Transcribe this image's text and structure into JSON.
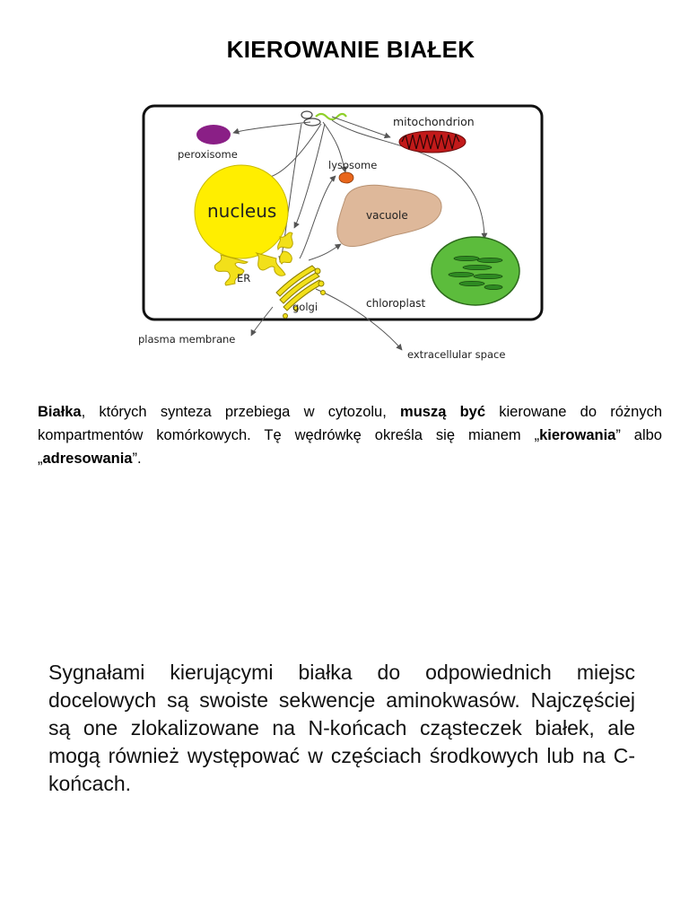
{
  "page": {
    "title": "KIEROWANIE BIAŁEK"
  },
  "diagram": {
    "labels": {
      "mitochondrion": "mitochondrion",
      "peroxisome": "peroxisome",
      "lysosome": "lysosome",
      "nucleus": "nucleus",
      "vacuole": "vacuole",
      "er": "ER",
      "golgi": "golgi",
      "chloroplast": "chloroplast",
      "plasma_membrane": "plasma membrane",
      "extracellular_space": "extracellular space"
    },
    "colors": {
      "nucleus": "#ffee00",
      "peroxisome": "#8a1f86",
      "mitochondrion": "#c21a1a",
      "lysosome": "#e8661c",
      "vacuole": "#deb89a",
      "chloroplast": "#5cbc3c",
      "thylakoid": "#2e8a22",
      "er_golgi": "#f2e01a",
      "cell_border": "#111111",
      "arrows": "#555555"
    }
  },
  "paragraph1": {
    "s1": "Białka",
    "s2": ", których",
    "s3": " synteza przebiega w cytozolu, ",
    "s4": "muszą być",
    "s5": " kierowane do różnych kompartmentów komórkowych. Tę wędrówkę określa się",
    "s6": " mianem „",
    "s7": "kierowania",
    "s8": "” albo „",
    "s9": "adresowania",
    "s10": "”."
  },
  "paragraph2": {
    "text": "Sygnałami kierującymi białka do odpowiednich miejsc docelowych są swoiste sekwencje aminokwasów. Najczęściej są one zlokalizowane na N-końcach cząsteczek białek, ale mogą również występować w częściach środkowych lub na C-końcach."
  }
}
